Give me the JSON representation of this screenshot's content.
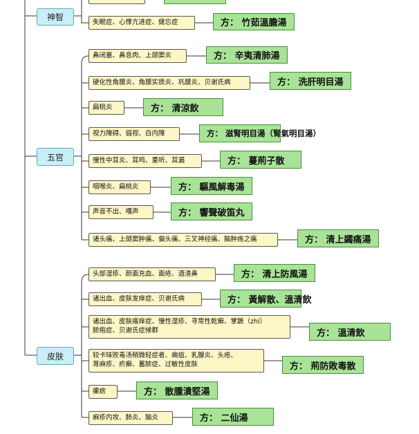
{
  "categories": [
    {
      "label": "神智"
    },
    {
      "label": "五官"
    },
    {
      "label": "皮肤"
    }
  ],
  "items": [
    {
      "symptom": "失眠症、心悸亢进症、健忘症",
      "formula": "方：  竹茹溫膽湯"
    },
    {
      "symptom": "鼻闭塞、鼻息肉、上颌窦炎",
      "formula": "方：  辛夷清肺湯"
    },
    {
      "symptom": "硬化性角膜炎、角膜实质炎、巩膜炎、贝谢氏病",
      "formula": "方：  洗肝明目湯"
    },
    {
      "symptom": "扁桃炎",
      "formula": "方：    清涼飲"
    },
    {
      "symptom": "视力障碍、弱视、白内障",
      "formula": "方：  滋腎明目湯（腎氣明目湯）"
    },
    {
      "symptom": "慢性中耳炎、耳鸣、重听、耳漏",
      "formula": "方：    蔓荊子散"
    },
    {
      "symptom": "咽喉炎、扁桃炎",
      "formula": "方：  驅風解毒湯"
    },
    {
      "symptom": "声音不出、嘎声",
      "formula": "方：  響聲破笛丸"
    },
    {
      "symptom": "诸头痛、上颌窦肿痛、偏头痛、三叉神经痛、脑肿疡之痛",
      "formula": "方：  清上蠲痛湯"
    },
    {
      "symptom": "头部湿疹、颜面充血、面疮、酒渣鼻",
      "formula": "方：  清上防風湯"
    },
    {
      "symptom": "诸出血、皮肤发痒症、贝谢氏病",
      "formula": "方：  黃解散、溫清飲"
    },
    {
      "symptom": "诸出血、皮肤瘙痒症、慢性湿疹、寻常性乾癬、掌蹠（zhí）",
      "symptom2": "脓疱症、贝谢氏症候群",
      "formula": "方：    溫清飲"
    },
    {
      "symptom": "较卡味败毒汤稍微轻症者、痈疽、乳腺炎、头疮、",
      "symptom2": "荨麻疹、疥癬、蓄脓症、过敏性皮肤",
      "formula": "方：  荊防敗毒散"
    },
    {
      "symptom": "瘰疬",
      "formula": "方：    散腫潰堅湯"
    },
    {
      "symptom": "麻疹内攻、肺炎、脑炎",
      "formula": "方：     二仙湯"
    }
  ]
}
